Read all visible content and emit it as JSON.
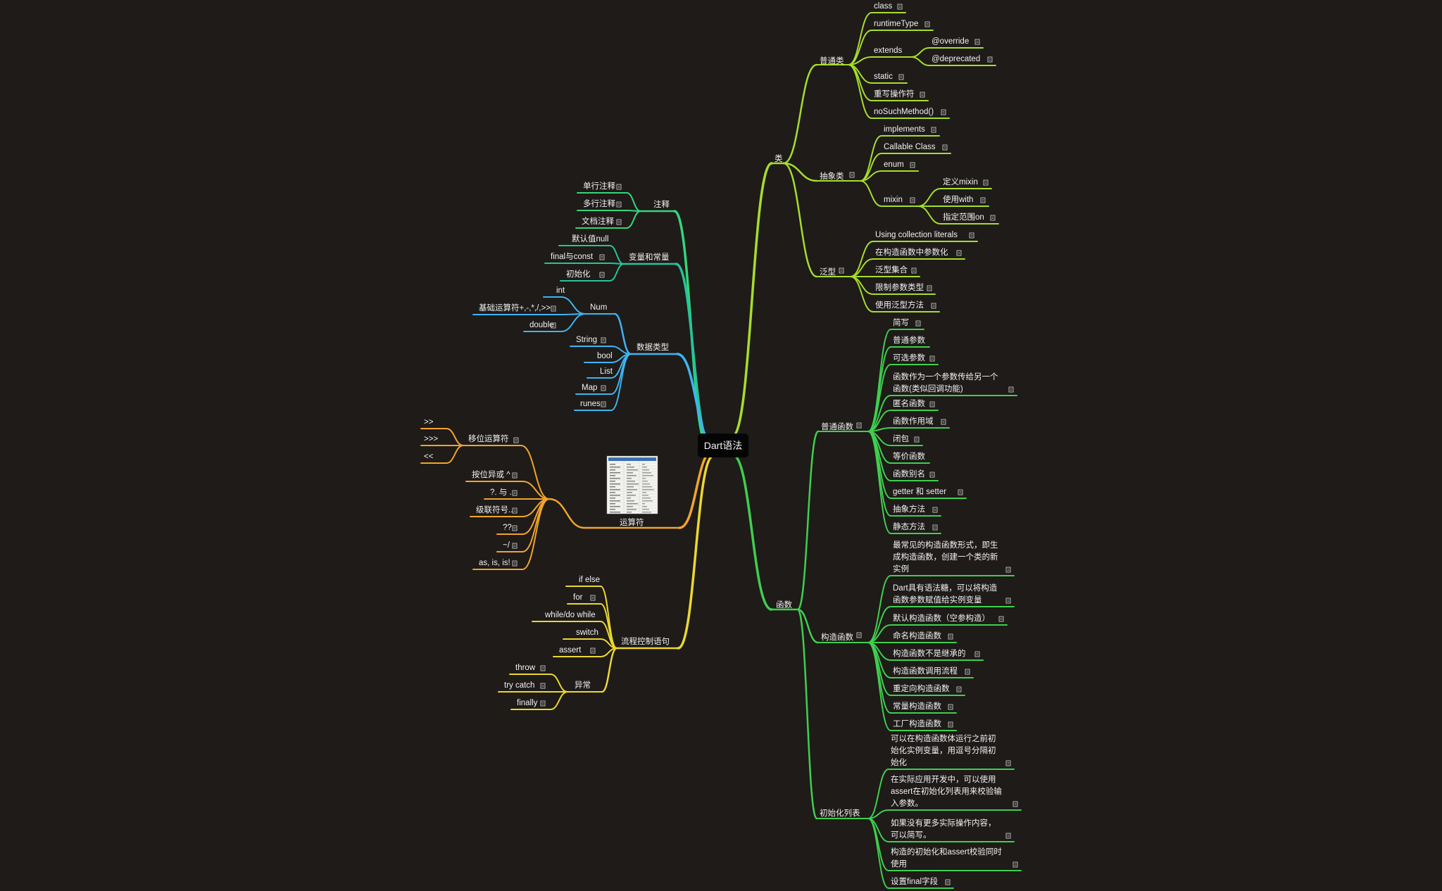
{
  "title": "Dart语法",
  "colors": {
    "background": "#1e1b19",
    "text": "#f2f2f2",
    "note_icon": "#c8c8c8",
    "root_fill": "#050505",
    "comments": "#34d67a",
    "variables": "#25c49a",
    "datatypes": "#3fb4f0",
    "operators": "#f2a52a",
    "flow": "#ecd82f",
    "class": "#a7dd2a",
    "function": "#3fcf4e"
  },
  "thumbnail_note": "table thumbnail image",
  "left": {
    "comments": {
      "label": "注释",
      "items": [
        {
          "text": "单行注释",
          "note": true
        },
        {
          "text": "多行注释",
          "note": true
        },
        {
          "text": "文档注释",
          "note": true
        }
      ]
    },
    "variables": {
      "label": "变量和常量",
      "items": [
        {
          "text": "默认值null",
          "note": false
        },
        {
          "text": "final与const",
          "note": true
        },
        {
          "text": "初始化",
          "note": true
        }
      ]
    },
    "datatypes": {
      "label": "数据类型",
      "num": {
        "label": "Num",
        "items": [
          {
            "text": "int",
            "note": false
          },
          {
            "text": "基础运算符+,-,*,/,>>",
            "note": true
          },
          {
            "text": "double",
            "note": true
          }
        ]
      },
      "items": [
        {
          "text": "String",
          "note": true
        },
        {
          "text": "bool",
          "note": false
        },
        {
          "text": "List",
          "note": false
        },
        {
          "text": "Map",
          "note": true
        },
        {
          "text": "runes",
          "note": true
        }
      ]
    },
    "operators": {
      "label": "运算符",
      "shift": {
        "label": "移位运算符",
        "note": true,
        "items": [
          {
            "text": ">>"
          },
          {
            "text": ">>>"
          },
          {
            "text": "<<"
          }
        ]
      },
      "items": [
        {
          "text": "按位异或 ^",
          "note": true
        },
        {
          "text": "?. 与 .",
          "note": true
        },
        {
          "text": "级联符号..",
          "note": true
        },
        {
          "text": "??",
          "note": true
        },
        {
          "text": "~/",
          "note": true
        },
        {
          "text": "as, is, is!",
          "note": true
        }
      ]
    },
    "flow": {
      "label": "流程控制语句",
      "items": [
        {
          "text": "if else",
          "note": false
        },
        {
          "text": "for",
          "note": true
        },
        {
          "text": "while/do while",
          "note": false
        },
        {
          "text": "switch",
          "note": false
        },
        {
          "text": "assert",
          "note": true
        }
      ],
      "exceptions": {
        "label": "异常",
        "items": [
          {
            "text": "throw",
            "note": true
          },
          {
            "text": "try catch",
            "note": true
          },
          {
            "text": "finally",
            "note": true
          }
        ]
      }
    }
  },
  "right": {
    "class": {
      "label": "类",
      "ordinary": {
        "label": "普通类",
        "items": [
          {
            "text": "class",
            "note": true
          },
          {
            "text": "runtimeType",
            "note": true
          },
          {
            "text": "extends",
            "note": false
          },
          {
            "text": "static",
            "note": true
          },
          {
            "text": "重写操作符",
            "note": true
          },
          {
            "text": "noSuchMethod()",
            "note": true
          }
        ],
        "extends_children": [
          {
            "text": "@override",
            "note": true
          },
          {
            "text": "@deprecated",
            "note": true
          }
        ]
      },
      "abstract": {
        "label": "抽象类",
        "note": true,
        "items": [
          {
            "text": "implements",
            "note": true
          },
          {
            "text": "Callable Class",
            "note": true
          },
          {
            "text": "enum",
            "note": true
          },
          {
            "text": "mixin",
            "note": true
          }
        ],
        "mixin_children": [
          {
            "text": "定义mixin",
            "note": true
          },
          {
            "text": "使用with",
            "note": true
          },
          {
            "text": "指定范围on",
            "note": true
          }
        ]
      },
      "generics": {
        "label": "泛型",
        "note": true,
        "items": [
          {
            "text": "Using collection literals",
            "note": true
          },
          {
            "text": "在构造函数中参数化",
            "note": true
          },
          {
            "text": "泛型集合",
            "note": true
          },
          {
            "text": "限制参数类型",
            "note": true
          },
          {
            "text": "使用泛型方法",
            "note": true
          }
        ]
      }
    },
    "function": {
      "label": "函数",
      "ordinary": {
        "label": "普通函数",
        "note": true,
        "items": [
          {
            "lines": [
              "简写"
            ],
            "note": true
          },
          {
            "lines": [
              "普通参数"
            ],
            "note": false
          },
          {
            "lines": [
              "可选参数"
            ],
            "note": true
          },
          {
            "lines": [
              "函数作为一个参数传给另一个",
              "函数(类似回调功能)"
            ],
            "note": true
          },
          {
            "lines": [
              "匿名函数"
            ],
            "note": true
          },
          {
            "lines": [
              "函数作用域"
            ],
            "note": true
          },
          {
            "lines": [
              "闭包"
            ],
            "note": true
          },
          {
            "lines": [
              "等价函数"
            ],
            "note": false
          },
          {
            "lines": [
              "函数别名"
            ],
            "note": true
          },
          {
            "lines": [
              "getter 和 setter"
            ],
            "note": true
          },
          {
            "lines": [
              "抽象方法"
            ],
            "note": true
          },
          {
            "lines": [
              "静态方法"
            ],
            "note": true
          }
        ]
      },
      "constructor": {
        "label": "构造函数",
        "note": true,
        "items": [
          {
            "lines": [
              "最常见的构造函数形式，即生",
              "成构造函数，创建一个类的新",
              "实例"
            ],
            "note": true
          },
          {
            "lines": [
              "Dart具有语法糖，可以将构造",
              "函数参数赋值给实例变量"
            ],
            "note": true
          },
          {
            "lines": [
              "默认构造函数（空参构造）"
            ],
            "note": true
          },
          {
            "lines": [
              "命名构造函数"
            ],
            "note": true
          },
          {
            "lines": [
              "构造函数不是继承的"
            ],
            "note": true
          },
          {
            "lines": [
              "构造函数调用流程"
            ],
            "note": true
          },
          {
            "lines": [
              "重定向构造函数"
            ],
            "note": true
          },
          {
            "lines": [
              "常量构造函数"
            ],
            "note": true
          },
          {
            "lines": [
              "工厂构造函数"
            ],
            "note": true
          }
        ]
      },
      "initlist": {
        "label": "初始化列表",
        "note": true,
        "items": [
          {
            "lines": [
              "可以在构造函数体运行之前初",
              "始化实例变量，用逗号分隔初",
              "始化"
            ],
            "note": true
          },
          {
            "lines": [
              "在实际应用开发中，可以使用",
              "assert在初始化列表用来校验输",
              "入参数。"
            ],
            "note": true
          },
          {
            "lines": [
              "如果没有更多实际操作内容，",
              "可以简写。"
            ],
            "note": true
          },
          {
            "lines": [
              "构造的初始化和assert校验同时",
              "使用"
            ],
            "note": true
          },
          {
            "lines": [
              "设置final字段"
            ],
            "note": true
          }
        ]
      }
    }
  }
}
